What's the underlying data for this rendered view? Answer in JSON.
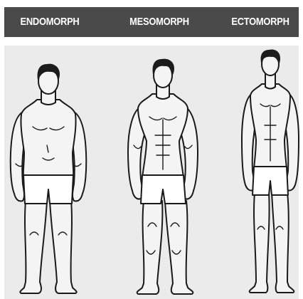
{
  "header": {
    "labels": [
      "ENDOMORPH",
      "MESOMORPH",
      "ECTOMORPH"
    ]
  },
  "figures": [
    {
      "name": "endomorph"
    },
    {
      "name": "mesomorph"
    },
    {
      "name": "ectomorph"
    }
  ],
  "colors": {
    "header_background": "#4a4a4a",
    "header_text": "#ffffff",
    "panel_background": "#ebebeb",
    "figure_fill": "#f4f4f4",
    "outline": "#1a1a1a",
    "hair": "#1c1c1c"
  }
}
